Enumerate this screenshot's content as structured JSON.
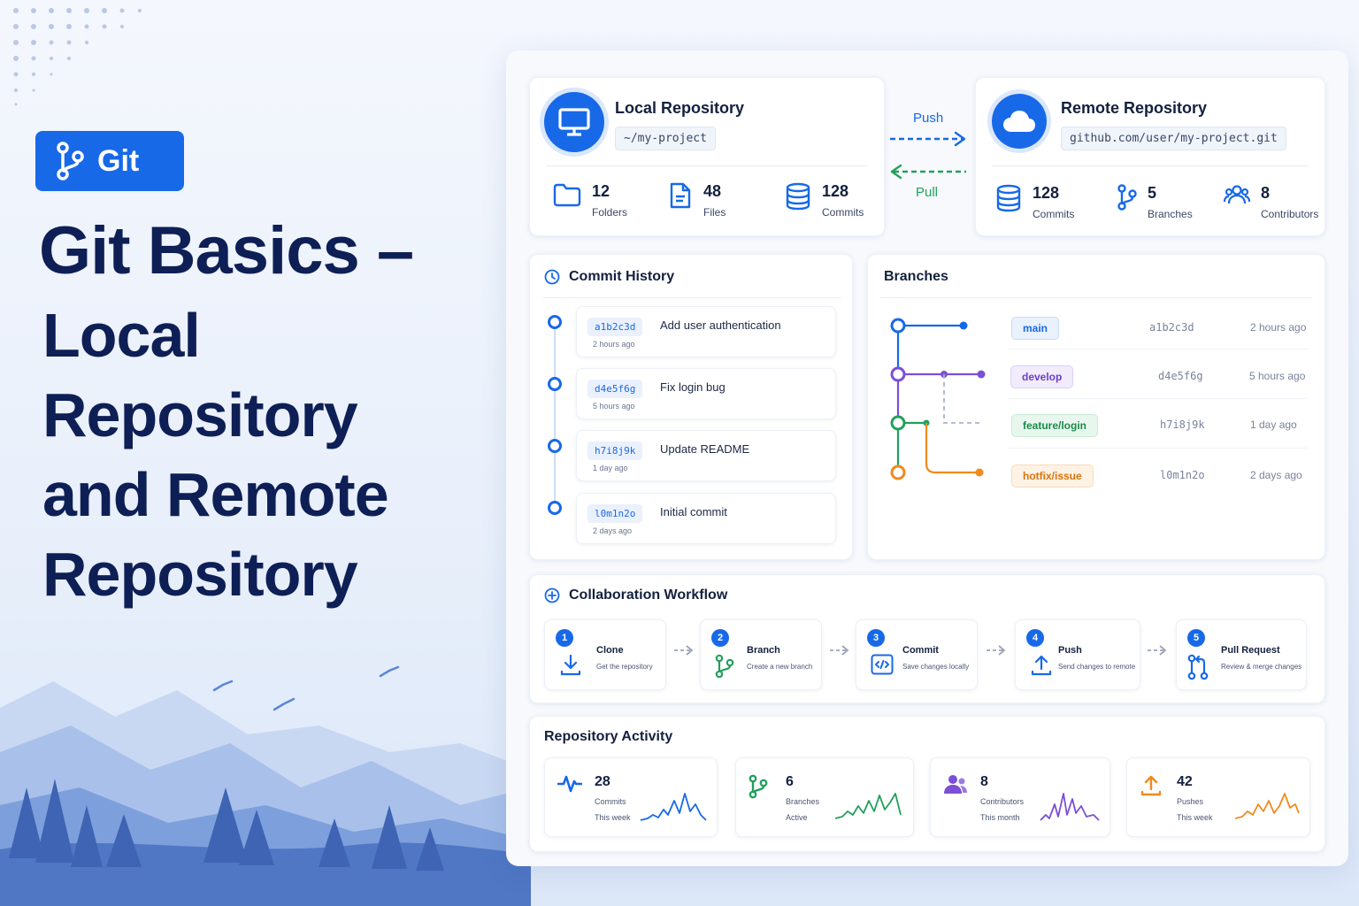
{
  "hero": {
    "badge": "Git",
    "title_line1": "Git Basics –",
    "title_line2": "Local Repository",
    "title_line3": "and Remote",
    "title_line4": "Repository"
  },
  "local_repo": {
    "title": "Local Repository",
    "path": "~/my-project",
    "stats": [
      {
        "value": "12",
        "label": "Folders",
        "icon": "folder-icon"
      },
      {
        "value": "48",
        "label": "Files",
        "icon": "file-icon"
      },
      {
        "value": "128",
        "label": "Commits",
        "icon": "database-icon"
      }
    ]
  },
  "sync": {
    "push": "Push",
    "pull": "Pull"
  },
  "remote_repo": {
    "title": "Remote Repository",
    "url": "github.com/user/my-project.git",
    "stats": [
      {
        "value": "128",
        "label": "Commits",
        "icon": "database-icon"
      },
      {
        "value": "5",
        "label": "Branches",
        "icon": "branch-icon"
      },
      {
        "value": "8",
        "label": "Contributors",
        "icon": "users-icon"
      }
    ]
  },
  "commit_history": {
    "title": "Commit History",
    "commits": [
      {
        "hash": "a1b2c3d",
        "time": "2 hours ago",
        "message": "Add user authentication"
      },
      {
        "hash": "d4e5f6g",
        "time": "5 hours ago",
        "message": "Fix login bug"
      },
      {
        "hash": "h7i8j9k",
        "time": "1 day ago",
        "message": "Update README"
      },
      {
        "hash": "l0m1n2o",
        "time": "2 days ago",
        "message": "Initial commit"
      }
    ]
  },
  "branches": {
    "title": "Branches",
    "rows": [
      {
        "name": "main",
        "hash": "a1b2c3d",
        "time": "2 hours ago",
        "color": "#1769e8"
      },
      {
        "name": "develop",
        "hash": "d4e5f6g",
        "time": "5 hours ago",
        "color": "#7b4fd6"
      },
      {
        "name": "feature/login",
        "hash": "h7i8j9k",
        "time": "1 day ago",
        "color": "#22a05b"
      },
      {
        "name": "hotfix/issue",
        "hash": "l0m1n2o",
        "time": "2 days ago",
        "color": "#f08a1c"
      }
    ]
  },
  "workflow": {
    "title": "Collaboration Workflow",
    "steps": [
      {
        "num": "1",
        "title": "Clone",
        "desc": "Get the repository",
        "icon": "download-icon"
      },
      {
        "num": "2",
        "title": "Branch",
        "desc": "Create a new branch",
        "icon": "branch-icon"
      },
      {
        "num": "3",
        "title": "Commit",
        "desc": "Save changes locally",
        "icon": "code-icon"
      },
      {
        "num": "4",
        "title": "Push",
        "desc": "Send changes to remote",
        "icon": "upload-icon"
      },
      {
        "num": "5",
        "title": "Pull Request",
        "desc": "Review & merge changes",
        "icon": "pull-request-icon"
      }
    ]
  },
  "activity": {
    "title": "Repository Activity",
    "items": [
      {
        "value": "28",
        "label": "Commits",
        "sub": "This week",
        "color": "#1769e8",
        "icon": "pulse-icon"
      },
      {
        "value": "6",
        "label": "Branches",
        "sub": "Active",
        "color": "#22a05b",
        "icon": "branch-icon"
      },
      {
        "value": "8",
        "label": "Contributors",
        "sub": "This month",
        "color": "#7b4fd6",
        "icon": "users-icon"
      },
      {
        "value": "42",
        "label": "Pushes",
        "sub": "This week",
        "color": "#f08a1c",
        "icon": "upload-icon"
      }
    ]
  },
  "colors": {
    "accent": "#1769e8",
    "navy": "#0e1f56"
  }
}
